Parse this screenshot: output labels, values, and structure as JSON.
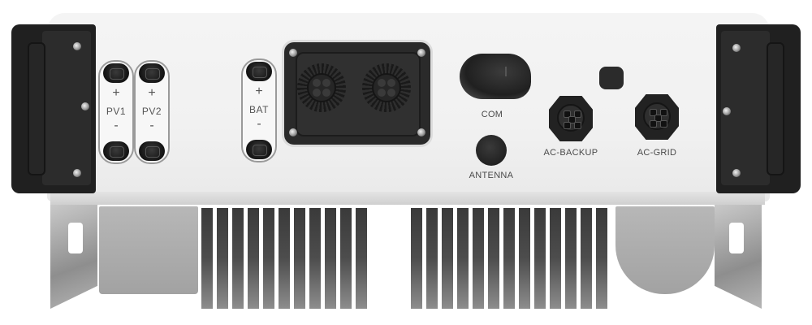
{
  "image": {
    "subject": "Hybrid solar inverter bottom connection panel",
    "background_color": "#ffffff",
    "body_color": "#f2f2f2",
    "accent_dark": "#222222"
  },
  "connectors": {
    "pv1": {
      "label": "PV1",
      "plus": "+",
      "minus": "-"
    },
    "pv2": {
      "label": "PV2",
      "plus": "+",
      "minus": "-"
    },
    "bat": {
      "label": "BAT",
      "plus": "+",
      "minus": "-"
    },
    "com": {
      "label": "COM"
    },
    "antenna": {
      "label": "ANTENNA"
    },
    "ac_backup": {
      "label": "AC-BACKUP"
    },
    "ac_grid": {
      "label": "AC-GRID"
    }
  }
}
